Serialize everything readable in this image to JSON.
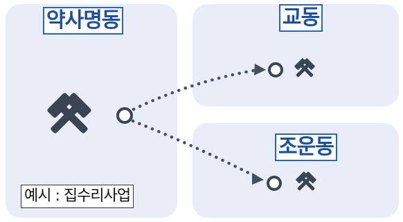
{
  "panels": {
    "left": {
      "title": "약사명동",
      "example": "예시 : 집수리사업"
    },
    "top_right": {
      "title": "교동"
    },
    "bottom_right": {
      "title": "조운동"
    }
  },
  "colors": {
    "panel_bg": "#e9edf7",
    "title_text": "#1b4fa3",
    "title_border": "#2e62b6",
    "icon_dark": "#3b4452",
    "arrow": "#454e5c"
  },
  "icons": {
    "source": "crossed-hammers-icon",
    "node": "circle-node",
    "target": "crossed-hammers-icon"
  }
}
